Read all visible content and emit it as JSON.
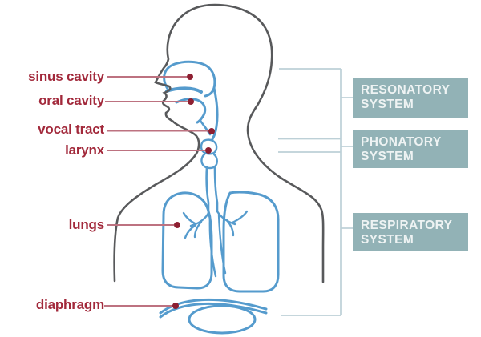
{
  "labels": [
    {
      "text": "sinus cavity"
    },
    {
      "text": "oral cavity"
    },
    {
      "text": "vocal tract"
    },
    {
      "text": "larynx"
    },
    {
      "text": "lungs"
    },
    {
      "text": "diaphragm"
    }
  ],
  "systems": [
    {
      "line1": "RESONATORY",
      "line2": "SYSTEM"
    },
    {
      "line1": "PHONATORY",
      "line2": "SYSTEM"
    },
    {
      "line1": "RESPIRATORY",
      "line2": "SYSTEM"
    }
  ],
  "colors": {
    "label_red": "#a2293b",
    "leader_line_red": "#bd7280",
    "dot_red": "#8e1f31",
    "body_outline_gray": "#58595b",
    "anatomy_blue": "#559bcd",
    "bracket_light_blue": "#bdd0d7",
    "box_teal": "#92b2b6",
    "box_text": "#eef3f3",
    "background": "#ffffff"
  }
}
